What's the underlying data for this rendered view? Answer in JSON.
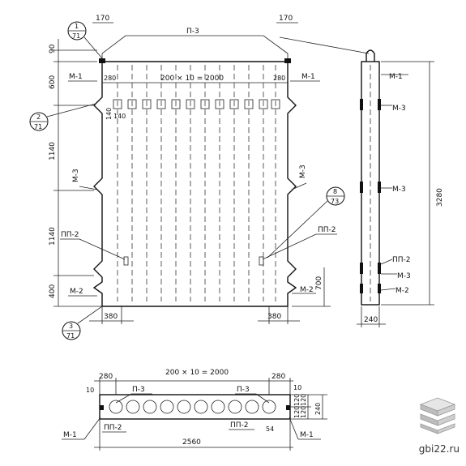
{
  "front_view": {
    "top_dims": {
      "left": "170",
      "right": "170"
    },
    "left_dims": [
      "90",
      "600",
      "1140",
      "1140",
      "400"
    ],
    "marks": {
      "top_lift": "П-3",
      "m1_left": "М-1",
      "m1_right": "М-1",
      "span_top": "280",
      "span_spec": "200 × 10 = 2000",
      "span_top_right": "280",
      "sub_140": "140",
      "sub_140b": "140",
      "m3_left": "М-3",
      "m3_right": "М-3",
      "pp2_left": "ПП-2",
      "pp2_right": "ПП-2",
      "m2_left": "М-2",
      "m2_right": "М-2",
      "dim_700": "700",
      "bottom_left": "380",
      "bottom_right": "380"
    },
    "callouts": [
      {
        "num": "1",
        "sheet": "71"
      },
      {
        "num": "2",
        "sheet": "71"
      },
      {
        "num": "3",
        "sheet": "71"
      },
      {
        "num": "8",
        "sheet": "73"
      }
    ]
  },
  "side_view": {
    "height": "3280",
    "thickness": "240",
    "marks": {
      "m1": "М-1",
      "m3a": "М-3",
      "m3b": "М-3",
      "pp2": "ПП-2",
      "m3c": "М-3",
      "m2": "М-2"
    }
  },
  "plan_view": {
    "left_dim": "280",
    "spec": "200 × 10 = 2000",
    "right_dim": "280",
    "small_left": "10",
    "small_right": "10",
    "p3_left": "П-3",
    "p3_right": "П-3",
    "m1_left": "М-1",
    "m1_right": "М-1",
    "pp2_left": "ПП-2",
    "pp2_right": "ПП-2",
    "dim_54": "54",
    "width": "2560",
    "right_dims": [
      "120",
      "120",
      "240"
    ],
    "right_dims_b": [
      "120",
      "120"
    ]
  },
  "site": "gbi22.ru"
}
